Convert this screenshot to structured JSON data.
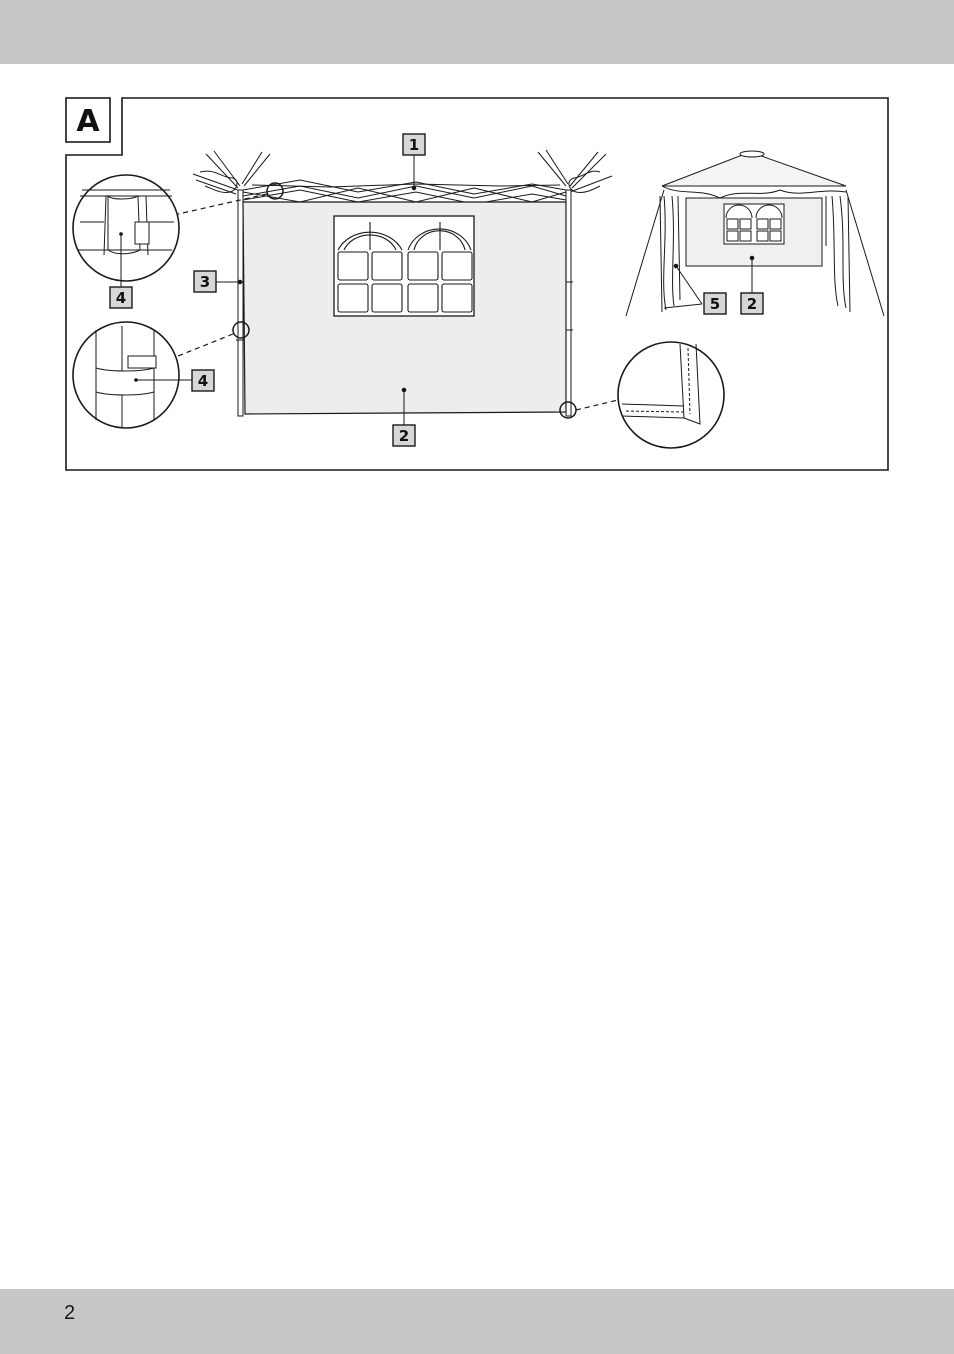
{
  "page": {
    "number": "2"
  },
  "figure": {
    "letter": "A",
    "callouts": {
      "frame_top": "1",
      "side_panel_main": "2",
      "leg": "3",
      "velcro_upper": "4",
      "velcro_lower": "4",
      "ties": "5",
      "side_panel_small": "2"
    }
  },
  "colors": {
    "band": "#c6c7c9",
    "panel_fill": "#ededed",
    "line": "#1a1a1a"
  }
}
